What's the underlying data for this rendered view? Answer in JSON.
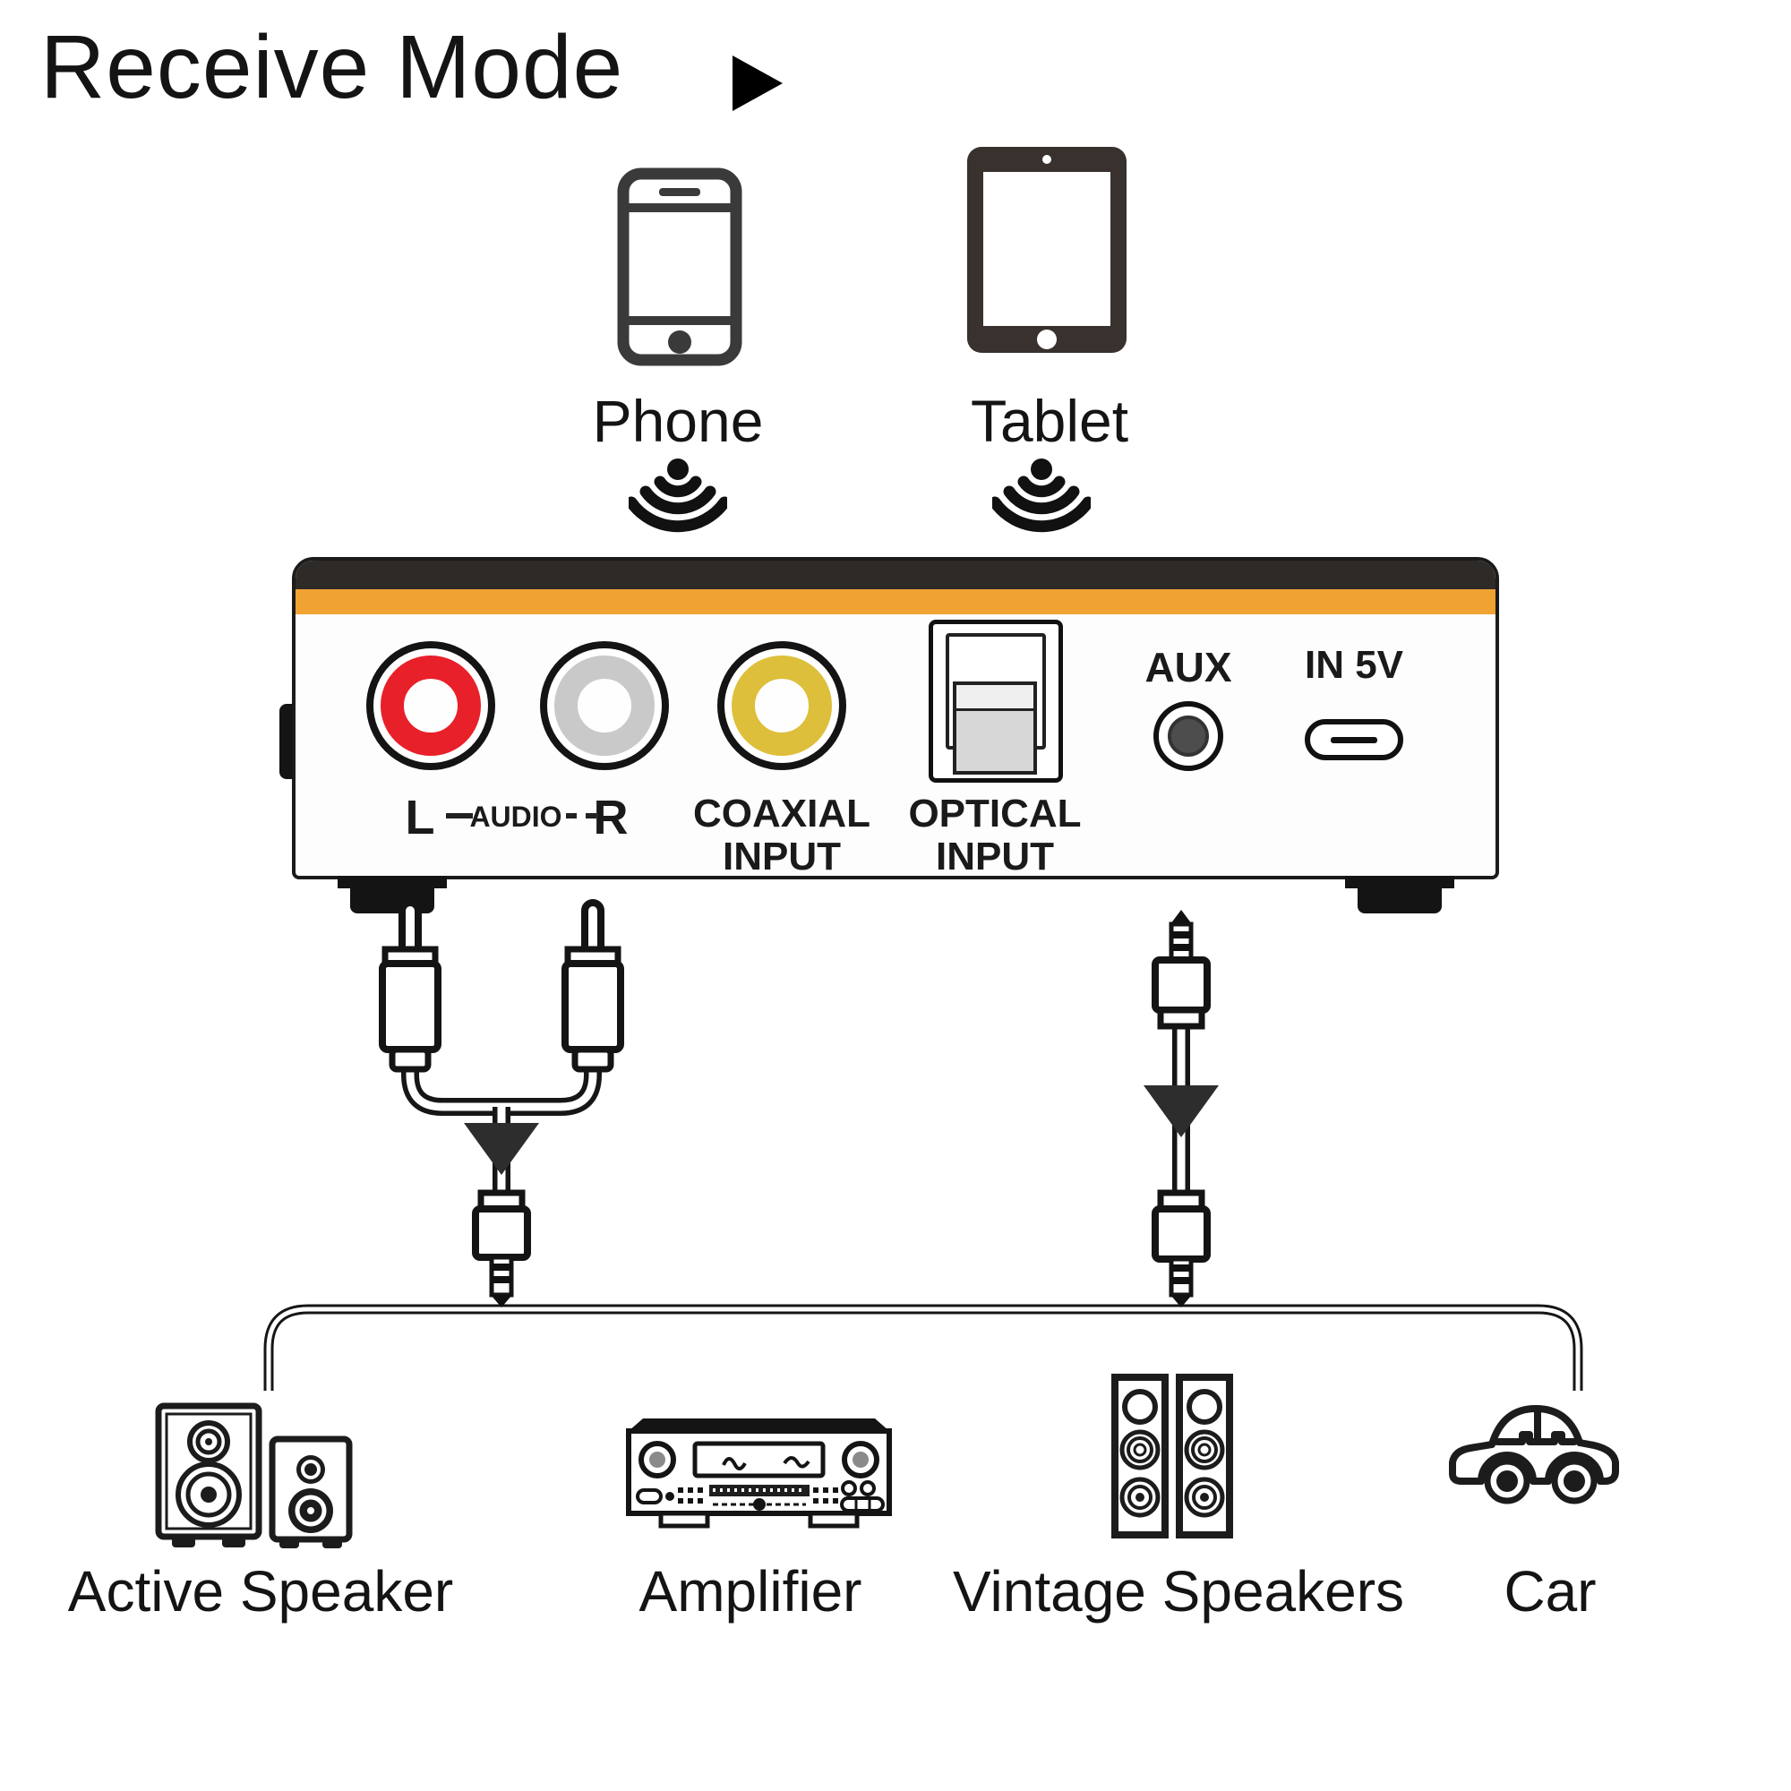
{
  "title": {
    "text": "Receive Mode"
  },
  "sources": [
    {
      "id": "phone",
      "label": "Phone"
    },
    {
      "id": "tablet",
      "label": "Tablet"
    }
  ],
  "device": {
    "ports": {
      "rca_left_label": "L",
      "rca_audio_label": "AUDIO",
      "rca_right_label": "R",
      "coaxial_line1": "COAXIAL",
      "coaxial_line2": "INPUT",
      "optical_line1": "OPTICAL",
      "optical_line2": "INPUT",
      "aux_label": "AUX",
      "power_label": "IN 5V"
    },
    "colors": {
      "top_bar": "#2E2A28",
      "accent_stripe": "#F0A232",
      "rca_left": "#E8202A",
      "rca_right": "#C9C9C9",
      "rca_coaxial": "#DDBF3B"
    }
  },
  "outputs": [
    {
      "id": "active-speaker",
      "label": "Active Speaker"
    },
    {
      "id": "amplifier",
      "label": "Amplifier"
    },
    {
      "id": "vintage-speakers",
      "label": "Vintage Speakers"
    },
    {
      "id": "car",
      "label": "Car"
    }
  ],
  "icons": {
    "title_arrow": "play-triangle",
    "phone": "smartphone-outline",
    "tablet": "tablet-filled",
    "wireless": "signal-waves-down",
    "active_speaker": "bookshelf-speakers",
    "amplifier": "stereo-receiver",
    "vintage_speakers": "tower-speakers",
    "car": "car-outline"
  }
}
